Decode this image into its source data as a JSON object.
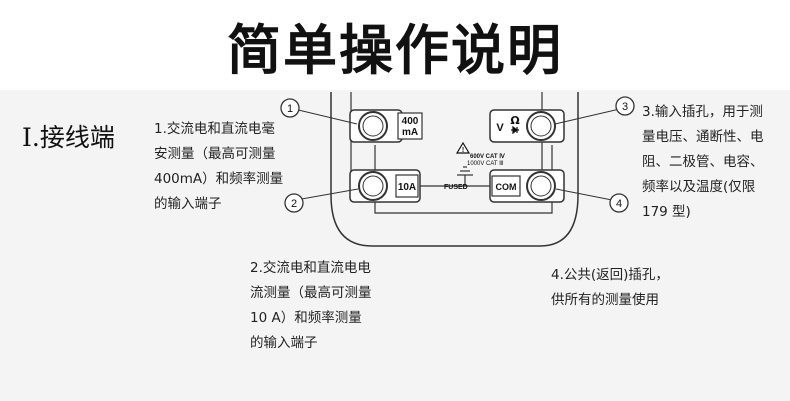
{
  "title": "简单操作说明",
  "section_heading": "I.接线端",
  "descriptions": {
    "d1": [
      "1.交流电和直流电毫",
      "安测量（最高可测量",
      "400mA）和频率测量",
      "的输入端子"
    ],
    "d2": [
      "2.交流电和直流电电",
      "流测量（最高可测量",
      "10 A）和频率测量",
      "的输入端子"
    ],
    "d3": [
      "3.输入插孔，用于测",
      "量电压、通断性、电",
      "阻、二极管、电容、",
      "频率以及温度(仅限",
      "179 型)"
    ],
    "d4": [
      "4.公共(返回)插孔，",
      "供所有的测量使用"
    ]
  },
  "terminals": {
    "t1": {
      "number": "1",
      "label_top": "400",
      "label_bottom": "mA"
    },
    "t2": {
      "number": "2",
      "label": "10A"
    },
    "t3": {
      "number": "3",
      "label_v": "V",
      "label_ohm": "Ω"
    },
    "t4": {
      "number": "4",
      "label": "COM"
    }
  },
  "warning": {
    "fused": "FUSED",
    "cat_line1": "600V CAT Ⅳ",
    "cat_line2": "1000V CAT Ⅲ"
  }
}
